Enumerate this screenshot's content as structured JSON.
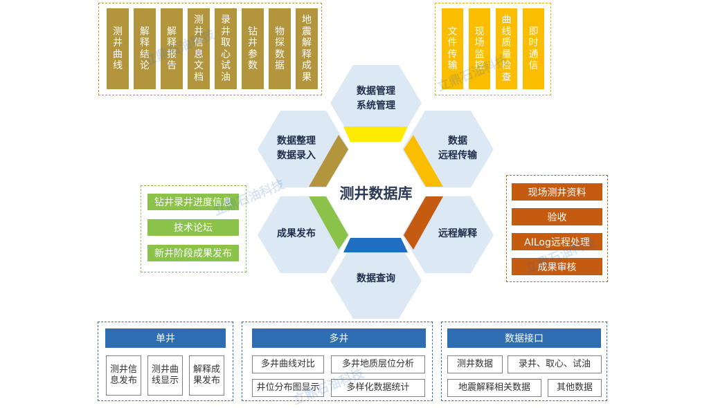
{
  "center": {
    "title": "测井数据库"
  },
  "hexagons": {
    "top": "数据管理\n系统管理",
    "top_left": "数据整理\n数据录入",
    "top_right": "数据\n远程传输",
    "bottom_left": "成果发布",
    "bottom_right": "远程解释",
    "bottom": "数据查询"
  },
  "top_left_group": {
    "tiles": [
      "测井曲线",
      "解释结论",
      "解释报告",
      "测井信息文档",
      "录井取心试油",
      "钻井参数",
      "物探数据",
      "地震解释成果"
    ]
  },
  "top_right_group": {
    "tiles": [
      "文件传输",
      "现场监控",
      "曲线质量检查",
      "即时通信"
    ]
  },
  "left_group": {
    "items": [
      "钻井录井进度信息",
      "技术论坛",
      "新井阶段成果发布"
    ]
  },
  "right_group": {
    "items": [
      "现场测井资料",
      "验收",
      "AILog远程处理",
      "成果审核"
    ]
  },
  "bottom_groups": {
    "single": {
      "title": "单井",
      "items": [
        "测井信息发布",
        "测井曲线显示",
        "解释成果发布"
      ]
    },
    "multi": {
      "title": "多井",
      "items": [
        "多井曲线对比",
        "多井地质层位分析",
        "井位分布图显示",
        "多样化数据统计"
      ]
    },
    "interface": {
      "title": "数据接口",
      "items": [
        "测井数据",
        "录井、取心、试油",
        "地震解释相关数据",
        "其他数据"
      ]
    }
  },
  "watermark": "立鼎石油科技",
  "colors": {
    "olive": "#b3953e",
    "yellow": "#fbbd00",
    "green": "#8bc34a",
    "orange": "#c55a11",
    "blue": "#2f6db2",
    "hex_fill": "#dce8f4"
  }
}
